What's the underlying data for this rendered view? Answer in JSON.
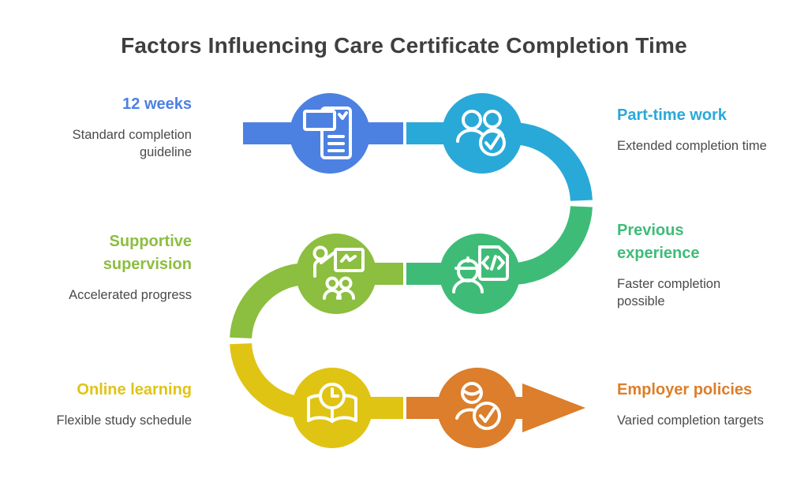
{
  "title": "Factors Influencing Care Certificate Completion Time",
  "colors": {
    "blue": "#4C81E2",
    "cyan": "#29A9D8",
    "lime": "#8CBE3F",
    "emerald": "#3EBC77",
    "yellow": "#E0C414",
    "orange": "#DC7E2B",
    "title_text": "#3F3F3F",
    "body_text": "#4A4A4A"
  },
  "items": [
    {
      "heading": "12 weeks",
      "description": "Standard completion guideline",
      "color": "#4C81E2",
      "side": "left",
      "icon": "checklist-document-icon"
    },
    {
      "heading": "Part-time work",
      "description": "Extended completion time",
      "color": "#29A9D8",
      "side": "right",
      "icon": "team-check-icon"
    },
    {
      "heading": "Supportive supervision",
      "description": "Accelerated progress",
      "color": "#8CBE3F",
      "side": "left",
      "icon": "trainer-presentation-icon"
    },
    {
      "heading": "Previous experience",
      "description": "Faster completion possible",
      "color": "#3EBC77",
      "side": "right",
      "icon": "worker-code-document-icon"
    },
    {
      "heading": "Online learning",
      "description": "Flexible study schedule",
      "color": "#E0C414",
      "side": "left",
      "icon": "book-clock-icon"
    },
    {
      "heading": "Employer policies",
      "description": "Varied completion targets",
      "color": "#DC7E2B",
      "side": "right",
      "icon": "person-check-icon"
    }
  ]
}
